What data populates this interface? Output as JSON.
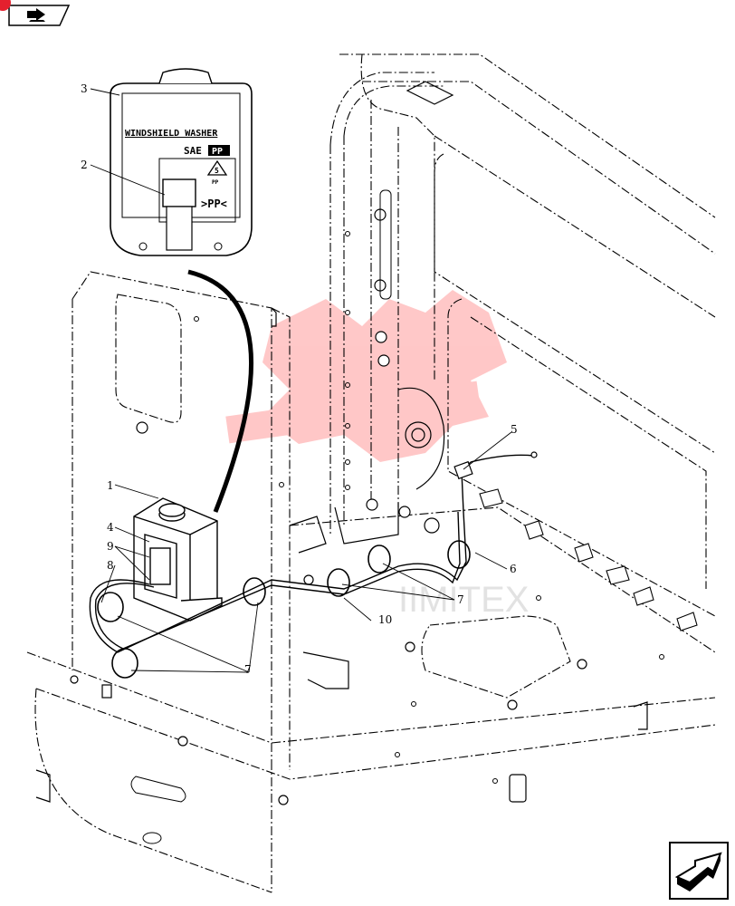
{
  "nav": {
    "prev_icon": "back-arrow-icon",
    "next_icon": "forward-arrow-icon",
    "indicator_color": "#e4202e"
  },
  "inset": {
    "title": "WINDSHIELD WASHER",
    "sae_text": "SAE",
    "pp_badge": "PP",
    "recycle_number": "5",
    "recycle_code": "PP",
    "material_mark": ">PP<"
  },
  "callouts": [
    "1",
    "2",
    "3",
    "4",
    "5",
    "6",
    "7",
    "7",
    "8",
    "9",
    "10"
  ],
  "watermark": {
    "text": "IIMITEX",
    "color": "#ff5a5a"
  }
}
